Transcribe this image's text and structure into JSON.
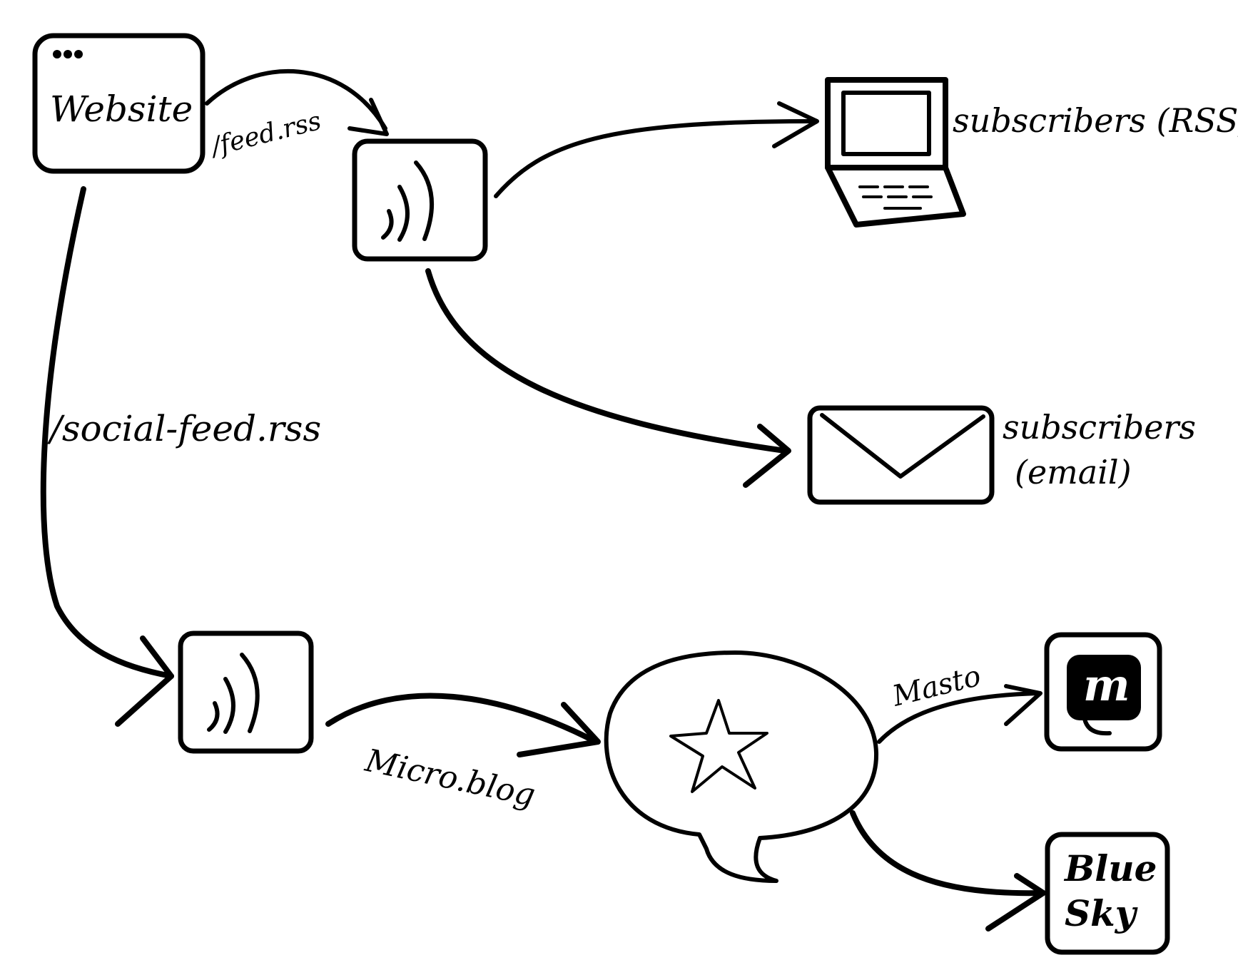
{
  "diagram": {
    "nodes": {
      "website": {
        "label": "Website",
        "icon": "browser-window-icon"
      },
      "feed": {
        "icon": "rss-icon"
      },
      "social_feed": {
        "icon": "rss-icon"
      },
      "laptop": {
        "icon": "laptop-icon",
        "label": "subscribers (RSS)"
      },
      "email": {
        "icon": "envelope-icon",
        "label_line1": "subscribers",
        "label_line2": "(email)"
      },
      "microblog": {
        "icon": "star-speech-bubble-icon"
      },
      "mastodon": {
        "icon": "mastodon-icon",
        "glyph": "m"
      },
      "bluesky": {
        "line1": "Blue",
        "line2": "Sky"
      }
    },
    "edges": {
      "feed_path": "/feed.rss",
      "social_feed_path": "/social-feed.rss",
      "microblog": "Micro.blog",
      "masto": "Masto"
    },
    "colors": {
      "ink": "#000000",
      "paper": "#ffffff"
    }
  }
}
